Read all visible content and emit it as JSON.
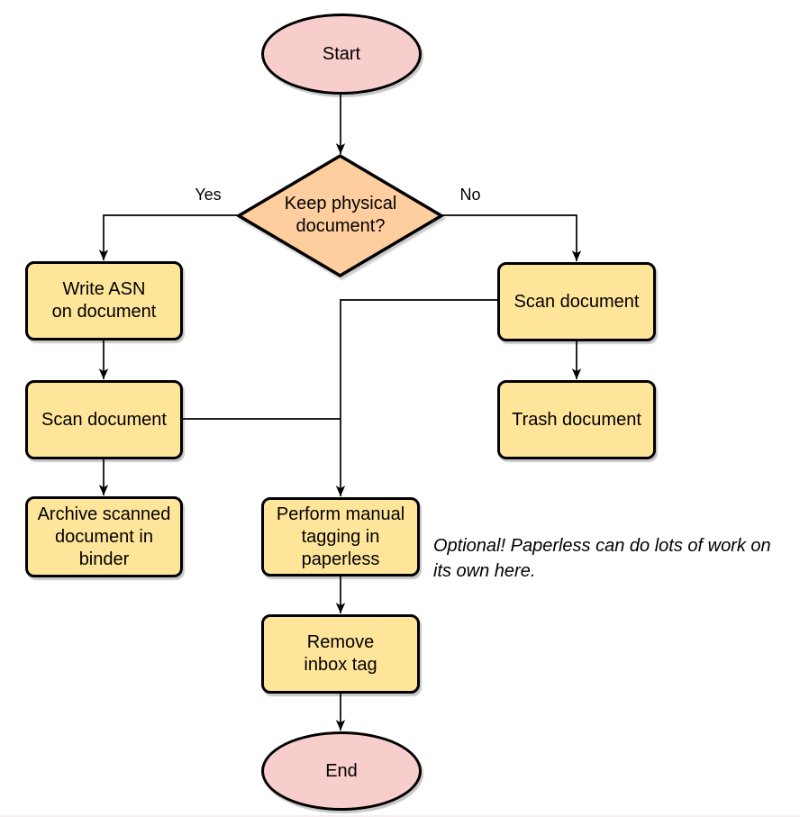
{
  "diagram": {
    "type": "flowchart",
    "colors": {
      "pink": "#f8cecc",
      "orange": "#ffce9e",
      "yellow": "#ffe59a",
      "stroke": "#000000",
      "text": "#000000"
    },
    "nodes": {
      "start": {
        "shape": "ellipse",
        "label": "Start"
      },
      "decision": {
        "shape": "diamond",
        "label": [
          "Keep physical",
          "document?"
        ]
      },
      "write_asn": {
        "shape": "rect",
        "label": [
          "Write ASN",
          "on document"
        ]
      },
      "scan_left": {
        "shape": "rect",
        "label": "Scan document"
      },
      "archive": {
        "shape": "rect",
        "label": [
          "Archive scanned",
          "document in",
          "binder"
        ]
      },
      "scan_right": {
        "shape": "rect",
        "label": "Scan document"
      },
      "trash": {
        "shape": "rect",
        "label": "Trash document"
      },
      "tagging": {
        "shape": "rect",
        "label": [
          "Perform manual",
          "tagging in",
          "paperless"
        ]
      },
      "remove_inbox": {
        "shape": "rect",
        "label": [
          "Remove",
          "inbox tag"
        ]
      },
      "end": {
        "shape": "ellipse",
        "label": "End"
      }
    },
    "edge_labels": {
      "yes": "Yes",
      "no": "No"
    },
    "annotation": [
      "Optional! Paperless can do lots of work on",
      "its own here."
    ]
  }
}
